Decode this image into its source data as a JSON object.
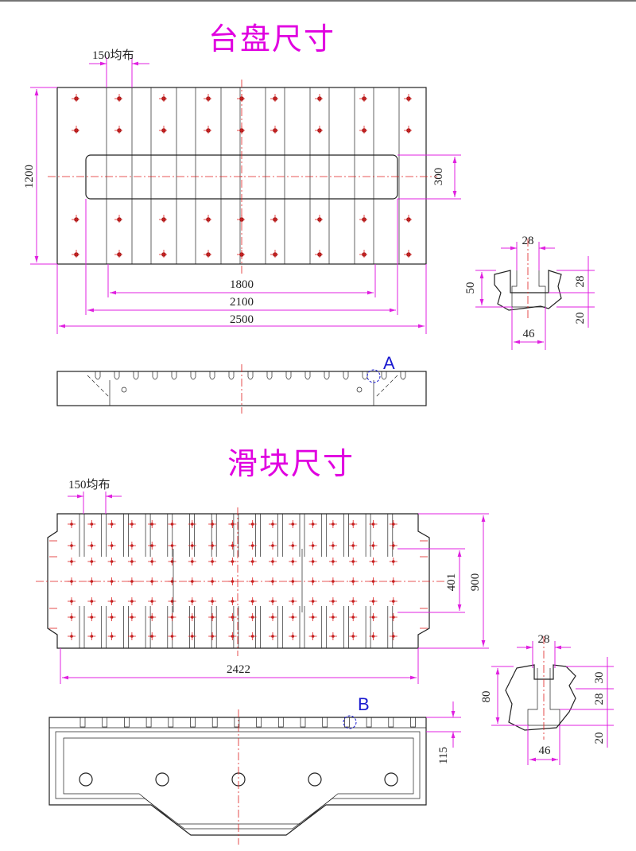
{
  "table_section": {
    "title": "台盘尺寸",
    "pitch_label": "150均布",
    "dim_height": "1200",
    "dim_slot_width": "300",
    "dim_inner": "1800",
    "dim_middle": "2100",
    "dim_overall": "2500",
    "detail_label": "A",
    "slot_detail": {
      "top_width": "28",
      "depth_total": "50",
      "neck_depth": "28",
      "head_depth": "20",
      "head_width": "46"
    }
  },
  "slider_section": {
    "title": "滑块尺寸",
    "pitch_label": "150均布",
    "dim_inner": "401",
    "dim_height": "900",
    "dim_length": "2422",
    "dim_thickness": "115",
    "detail_label": "B",
    "slot_detail": {
      "top_width": "28",
      "depth_total": "80",
      "top_depth": "30",
      "neck_depth": "28",
      "head_depth": "20",
      "head_width": "46"
    }
  },
  "colors": {
    "title": "#e000e0",
    "dimension": "#e020e0",
    "centerline": "#e02020",
    "detail": "#1a1ad0",
    "outline": "#222222"
  }
}
